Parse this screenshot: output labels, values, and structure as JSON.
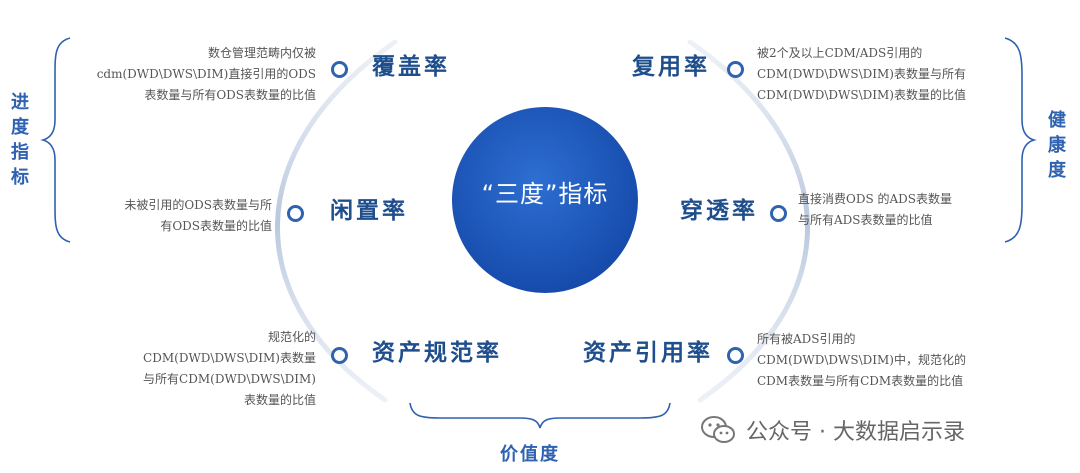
{
  "center": {
    "label": "“三度”指标"
  },
  "side_labels": {
    "left": [
      "进",
      "度",
      "指",
      "标"
    ],
    "right": [
      "健",
      "康",
      "度"
    ],
    "bottom": "价值度"
  },
  "metrics": {
    "coverage": {
      "title": "覆盖率",
      "desc": [
        "数仓管理范畴内仅被",
        "cdm(DWD\\DWS\\DIM)直接引用的ODS",
        "表数量与所有ODS表数量的比值"
      ]
    },
    "idle": {
      "title": "闲置率",
      "desc": [
        "未被引用的ODS表数量与所",
        "有ODS表数量的比值"
      ]
    },
    "asset_norm": {
      "title": "资产规范率",
      "desc": [
        "规范化的",
        "CDM(DWD\\DWS\\DIM)表数量",
        "与所有CDM(DWD\\DWS\\DIM)",
        "表数量的比值"
      ]
    },
    "reuse": {
      "title": "复用率",
      "desc": [
        "被2个及以上CDM/ADS引用的",
        "CDM(DWD\\DWS\\DIM)表数量与所有",
        "CDM(DWD\\DWS\\DIM)表数量的比值"
      ]
    },
    "penetration": {
      "title": "穿透率",
      "desc": [
        "直接消费ODS 的ADS表数量",
        "与所有ADS表数量的比值"
      ]
    },
    "asset_ref": {
      "title": "资产引用率",
      "desc": [
        "所有被ADS引用的",
        "CDM(DWD\\DWS\\DIM)中，规范化的",
        "CDM表数量与所有CDM表数量的比值"
      ]
    }
  },
  "watermark": {
    "text": "公众号 · 大数据启示录"
  },
  "colors": {
    "accent": "#2f62b0",
    "title": "#1f4e8c",
    "arc": "#c9d5e8"
  }
}
